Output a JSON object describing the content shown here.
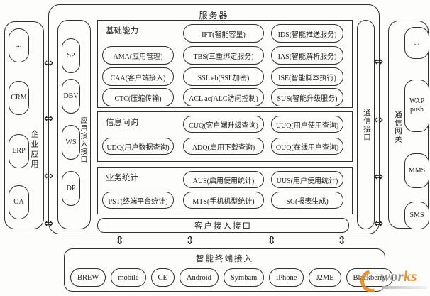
{
  "server": {
    "title": "服务器"
  },
  "enterprise": {
    "label": "企业应用",
    "items": [
      "...",
      "CRM",
      "ERP",
      "OA"
    ]
  },
  "app_access": {
    "label": "应用接入接口",
    "items": [
      "SP",
      "DBV",
      "WS",
      "DP"
    ]
  },
  "base_capability": {
    "label": "基础能力",
    "pills": {
      "ift": "IFT(智能容量)",
      "ids": "IDS(智能推送服务)",
      "ama": "AMA(应用管理)",
      "tbs": "TBS(三重绑定服务)",
      "ias": "IAS(智能解析服务)",
      "caa": "CAA(客户端接入)",
      "ssl": "SSL eb(SSL加密)",
      "ise": "ISE(智能脚本执行)",
      "ctc": "CTC(压缩传输)",
      "acl": "ACL ac(ALC访问控制)",
      "sus": "SUS(智能升级服务)"
    }
  },
  "info_query": {
    "label": "信息问询",
    "pills": {
      "cuq": "CUQ(客户端升级查询)",
      "uuq": "UUQ(用户使用查询)",
      "udq": "UDQ(用户数据查询)",
      "adq": "ADQ(启用下载查询)",
      "ouq": "OUQ(在线用户查询)"
    }
  },
  "biz_stats": {
    "label": "业务统计",
    "pills": {
      "aus": "AUS(启用使用统计)",
      "uus": "UUS(用户使用统计)",
      "pst": "PST(终端平台统计)",
      "mts": "MTS(手机机型统计)",
      "sg": "SG(报表生成)"
    }
  },
  "client_access": {
    "label": "客户接入接口"
  },
  "comm_interface": {
    "label": "通信接口"
  },
  "comm_gateway": {
    "label": "通信网关",
    "items": [
      "...",
      "WAP push",
      "MMS",
      "SMS"
    ]
  },
  "terminal_access": {
    "label": "智能终端接入",
    "items": [
      "BREW",
      "mobile",
      "CE",
      "Android",
      "Symbain",
      "iPhone",
      "J2ME",
      "Blackberry"
    ]
  },
  "icons": {
    "h_arrow": "⇔",
    "v_arrow": "⇕"
  },
  "watermark": {
    "gray_part": "wor",
    "orange_part": "ks"
  },
  "colors": {
    "line": "#2f2f2f",
    "watermark_orange": "#e8861c",
    "watermark_gray": "#8e8e8e"
  }
}
